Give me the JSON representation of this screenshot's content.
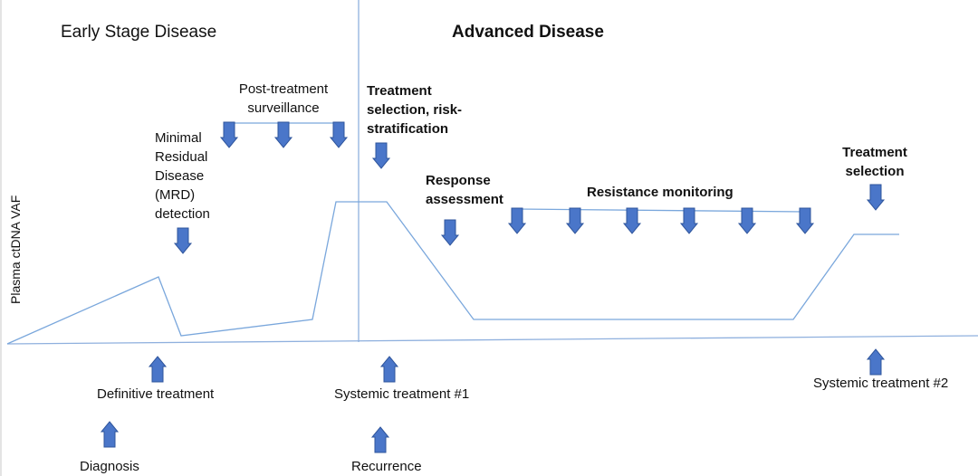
{
  "sections": {
    "early": "Early Stage Disease",
    "advanced": "Advanced Disease"
  },
  "y_axis_label": "Plasma ctDNA VAF",
  "annotations": {
    "mrd": [
      "Minimal",
      "Residual",
      "Disease",
      "(MRD)",
      "detection"
    ],
    "post_treatment": [
      "Post-treatment",
      "surveillance"
    ],
    "treatment_selection_risk": [
      "Treatment",
      "selection, risk-",
      "stratification"
    ],
    "response": [
      "Response",
      "assessment"
    ],
    "resistance": "Resistance monitoring",
    "treatment_selection_2": [
      "Treatment",
      "selection"
    ]
  },
  "events": {
    "definitive_treatment": "Definitive treatment",
    "diagnosis": "Diagnosis",
    "systemic_1": "Systemic treatment #1",
    "recurrence": "Recurrence",
    "systemic_2": "Systemic treatment #2"
  },
  "colors": {
    "line": "#7aa7dc",
    "arrow_fill": "#4a76c9",
    "arrow_stroke": "#2f559c",
    "axis": "#8fb0de"
  }
}
